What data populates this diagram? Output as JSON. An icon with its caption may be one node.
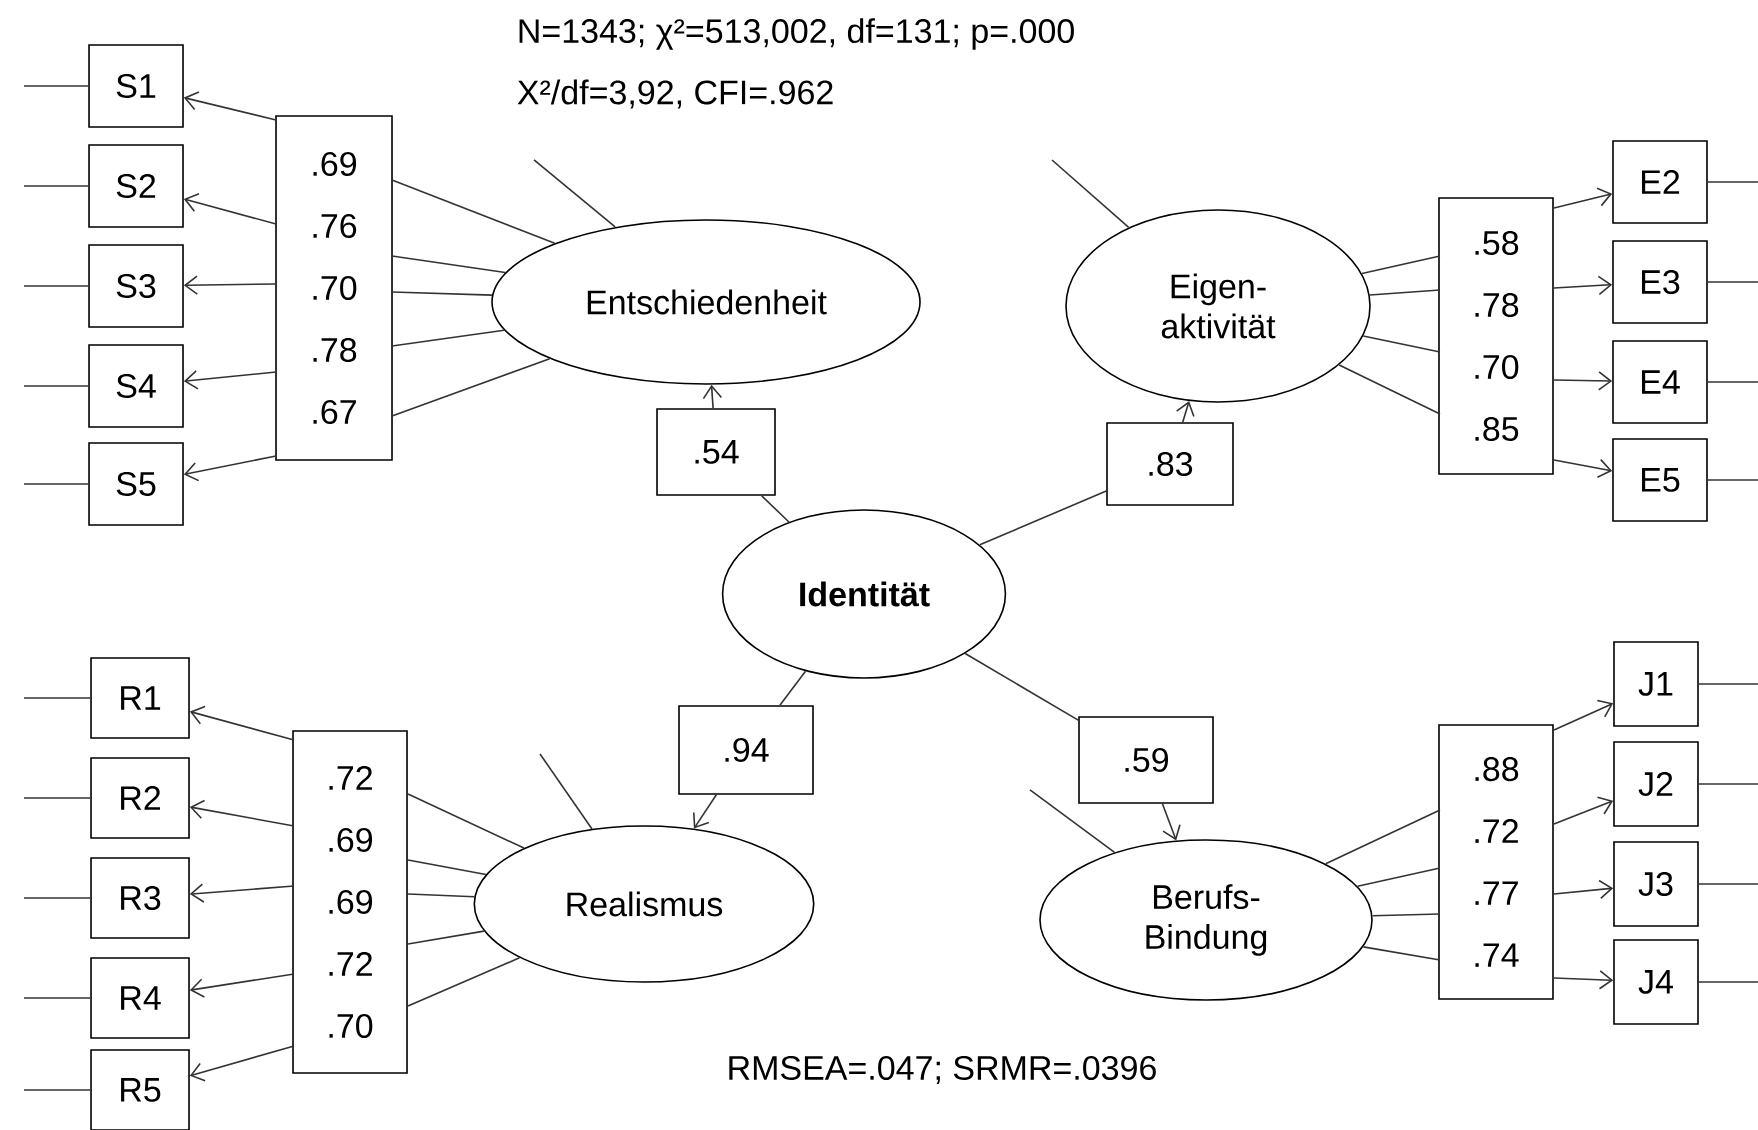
{
  "diagram": {
    "nodes": [
      {
        "text": [
          "S1"
        ]
      },
      {
        "text": [
          "S2"
        ]
      },
      {
        "text": [
          "S3"
        ]
      },
      {
        "text": [
          "S4"
        ]
      },
      {
        "text": [
          "S5"
        ]
      },
      {
        "text": [
          ".69",
          ".76",
          ".70",
          ".78",
          ".67"
        ]
      },
      {
        "text": [
          "Entschiedenheit"
        ]
      },
      {
        "text": [
          ".54"
        ]
      },
      {
        "text": [
          "Eigen- aktivität"
        ]
      },
      {
        "text": [
          ".83"
        ]
      },
      {
        "text": [
          ".58",
          ".78",
          ".70",
          ".85"
        ]
      },
      {
        "text": [
          "E2"
        ]
      },
      {
        "text": [
          "E3"
        ]
      },
      {
        "text": [
          "E4"
        ]
      },
      {
        "text": [
          "E5"
        ]
      },
      {
        "text": [
          "Identität"
        ]
      },
      {
        "text": [
          "R1"
        ]
      },
      {
        "text": [
          "R2"
        ]
      },
      {
        "text": [
          "R3"
        ]
      },
      {
        "text": [
          "R4"
        ]
      },
      {
        "text": [
          "R5"
        ]
      },
      {
        "text": [
          ".72",
          ".69",
          ".69",
          ".72",
          ".70"
        ]
      },
      {
        "text": [
          ".94"
        ]
      },
      {
        "text": [
          "Realismus"
        ]
      },
      {
        "text": [
          ".59"
        ]
      },
      {
        "text": [
          "Berufs- Bindung"
        ]
      },
      {
        "text": [
          ".88",
          ".72",
          ".77",
          ".74"
        ]
      },
      {
        "text": [
          "J1"
        ]
      },
      {
        "text": [
          "J2"
        ]
      },
      {
        "text": [
          "J3"
        ]
      },
      {
        "text": [
          "J4"
        ]
      }
    ],
    "edges": [
      {
        "from": null,
        "to": 0,
        "arrow": "none"
      },
      {
        "from": null,
        "to": 1,
        "arrow": "none"
      },
      {
        "from": null,
        "to": 2,
        "arrow": "none"
      },
      {
        "from": null,
        "to": 3,
        "arrow": "none"
      },
      {
        "from": null,
        "to": 4,
        "arrow": "none"
      },
      {
        "from": null,
        "to": 11,
        "arrow": "none"
      },
      {
        "from": null,
        "to": 12,
        "arrow": "none"
      },
      {
        "from": null,
        "to": 13,
        "arrow": "none"
      },
      {
        "from": null,
        "to": 14,
        "arrow": "none"
      },
      {
        "from": null,
        "to": 16,
        "arrow": "none"
      },
      {
        "from": null,
        "to": 17,
        "arrow": "none"
      },
      {
        "from": null,
        "to": 18,
        "arrow": "none"
      },
      {
        "from": null,
        "to": 19,
        "arrow": "none"
      },
      {
        "from": null,
        "to": 20,
        "arrow": "none"
      },
      {
        "from": null,
        "to": 27,
        "arrow": "none"
      },
      {
        "from": null,
        "to": 28,
        "arrow": "none"
      },
      {
        "from": null,
        "to": 29,
        "arrow": "none"
      },
      {
        "from": null,
        "to": 30,
        "arrow": "none"
      },
      {
        "from": null,
        "to": 6,
        "arrow": "none"
      },
      {
        "from": null,
        "to": 8,
        "arrow": "none"
      },
      {
        "from": null,
        "to": 23,
        "arrow": "none"
      },
      {
        "from": null,
        "to": 25,
        "arrow": "none"
      },
      {
        "from": 15,
        "to": 7,
        "arrow": "none"
      },
      {
        "from": 7,
        "to": 6,
        "arrow": "to"
      },
      {
        "from": 15,
        "to": 9,
        "arrow": "none"
      },
      {
        "from": 9,
        "to": 8,
        "arrow": "to"
      },
      {
        "from": 15,
        "to": 22,
        "arrow": "none"
      },
      {
        "from": 22,
        "to": 23,
        "arrow": "to"
      },
      {
        "from": 15,
        "to": 24,
        "arrow": "none"
      },
      {
        "from": 24,
        "to": 25,
        "arrow": "to"
      },
      {
        "from": 6,
        "to": 5,
        "arrow": "none"
      },
      {
        "from": 6,
        "to": 5,
        "arrow": "none"
      },
      {
        "from": 6,
        "to": 5,
        "arrow": "none"
      },
      {
        "from": 6,
        "to": 5,
        "arrow": "none"
      },
      {
        "from": 6,
        "to": 5,
        "arrow": "none"
      },
      {
        "from": 5,
        "to": 0,
        "arrow": "to"
      },
      {
        "from": 5,
        "to": 1,
        "arrow": "to"
      },
      {
        "from": 5,
        "to": 2,
        "arrow": "to"
      },
      {
        "from": 5,
        "to": 3,
        "arrow": "to"
      },
      {
        "from": 5,
        "to": 4,
        "arrow": "to"
      },
      {
        "from": 8,
        "to": 10,
        "arrow": "none"
      },
      {
        "from": 8,
        "to": 10,
        "arrow": "none"
      },
      {
        "from": 8,
        "to": 10,
        "arrow": "none"
      },
      {
        "from": 8,
        "to": 10,
        "arrow": "none"
      },
      {
        "from": 10,
        "to": 11,
        "arrow": "to"
      },
      {
        "from": 10,
        "to": 12,
        "arrow": "to"
      },
      {
        "from": 10,
        "to": 13,
        "arrow": "to"
      },
      {
        "from": 10,
        "to": 14,
        "arrow": "to"
      },
      {
        "from": 23,
        "to": 21,
        "arrow": "none"
      },
      {
        "from": 23,
        "to": 21,
        "arrow": "none"
      },
      {
        "from": 23,
        "to": 21,
        "arrow": "none"
      },
      {
        "from": 23,
        "to": 21,
        "arrow": "none"
      },
      {
        "from": 23,
        "to": 21,
        "arrow": "none"
      },
      {
        "from": 21,
        "to": 16,
        "arrow": "to"
      },
      {
        "from": 21,
        "to": 17,
        "arrow": "to"
      },
      {
        "from": 21,
        "to": 18,
        "arrow": "to"
      },
      {
        "from": 21,
        "to": 19,
        "arrow": "to"
      },
      {
        "from": 21,
        "to": 20,
        "arrow": "to"
      },
      {
        "from": 25,
        "to": 26,
        "arrow": "none"
      },
      {
        "from": 25,
        "to": 26,
        "arrow": "none"
      },
      {
        "from": 25,
        "to": 26,
        "arrow": "none"
      },
      {
        "from": 25,
        "to": 26,
        "arrow": "none"
      },
      {
        "from": 26,
        "to": 27,
        "arrow": "to"
      },
      {
        "from": 26,
        "to": 28,
        "arrow": "to"
      },
      {
        "from": 26,
        "to": 29,
        "arrow": "to"
      },
      {
        "from": 26,
        "to": 30,
        "arrow": "to"
      }
    ],
    "labels": [
      "N=1343; χ²=513,002, df=131; p=.000",
      "X²/df=3,92, CFI=.962",
      "RMSEA=.047; SRMR=.0396"
    ]
  }
}
